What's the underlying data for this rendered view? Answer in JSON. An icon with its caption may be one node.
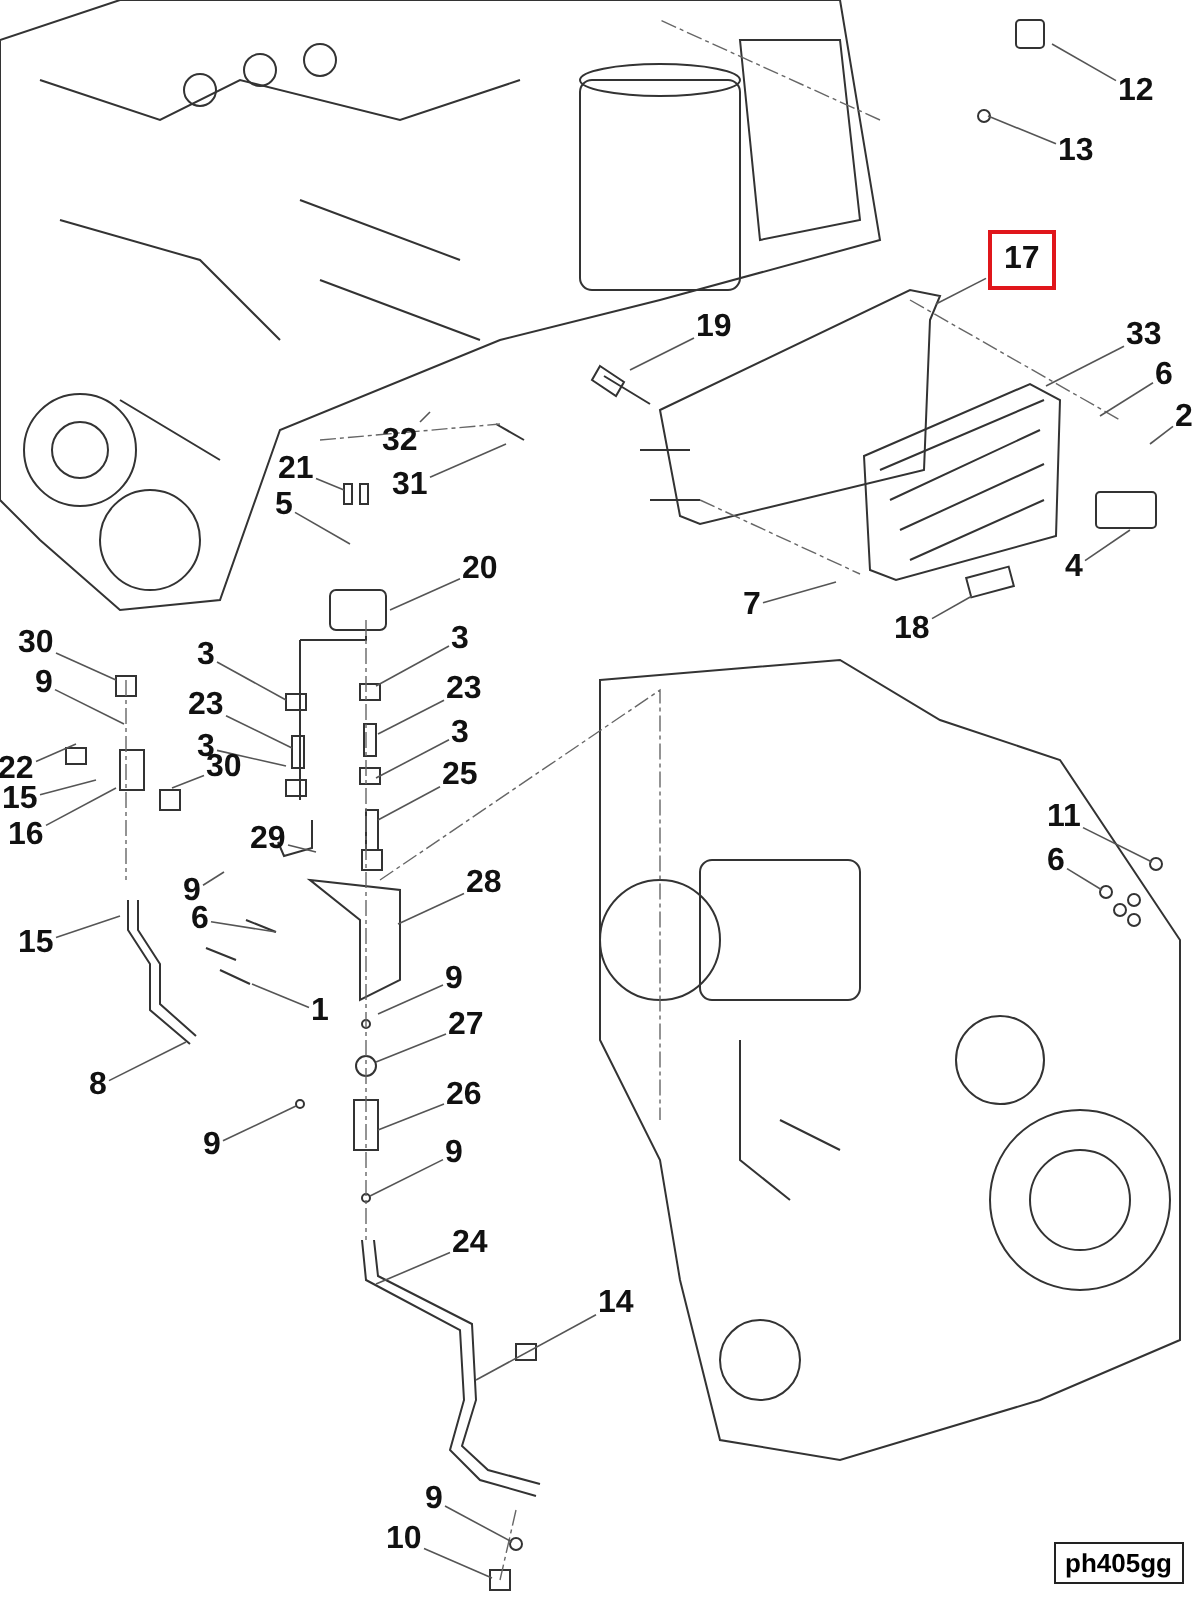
{
  "diagram": {
    "nodes": [
      {
        "text": [
          "12"
        ]
      },
      {
        "text": [
          "13"
        ]
      },
      {
        "text": [
          "17"
        ]
      },
      {
        "text": [
          "19"
        ]
      },
      {
        "text": [
          "33"
        ]
      },
      {
        "text": [
          "6"
        ]
      },
      {
        "text": [
          "2"
        ]
      },
      {
        "text": [
          "32"
        ]
      },
      {
        "text": [
          "21"
        ]
      },
      {
        "text": [
          "31"
        ]
      },
      {
        "text": [
          "5"
        ]
      },
      {
        "text": [
          "20"
        ]
      },
      {
        "text": [
          "7"
        ]
      },
      {
        "text": [
          "18"
        ]
      },
      {
        "text": [
          "4"
        ]
      },
      {
        "text": [
          "30"
        ]
      },
      {
        "text": [
          "3"
        ]
      },
      {
        "text": [
          "3"
        ]
      },
      {
        "text": [
          "9"
        ]
      },
      {
        "text": [
          "23"
        ]
      },
      {
        "text": [
          "23"
        ]
      },
      {
        "text": [
          "3"
        ]
      },
      {
        "text": [
          "3"
        ]
      },
      {
        "text": [
          "22"
        ]
      },
      {
        "text": [
          "25"
        ]
      },
      {
        "text": [
          "30"
        ]
      },
      {
        "text": [
          "15"
        ]
      },
      {
        "text": [
          "29"
        ]
      },
      {
        "text": [
          "11"
        ]
      },
      {
        "text": [
          "16"
        ]
      },
      {
        "text": [
          "9"
        ]
      },
      {
        "text": [
          "6"
        ]
      },
      {
        "text": [
          "6"
        ]
      },
      {
        "text": [
          "28"
        ]
      },
      {
        "text": [
          "15"
        ]
      },
      {
        "text": [
          "9"
        ]
      },
      {
        "text": [
          "1"
        ]
      },
      {
        "text": [
          "27"
        ]
      },
      {
        "text": [
          "8"
        ]
      },
      {
        "text": [
          "26"
        ]
      },
      {
        "text": [
          "9"
        ]
      },
      {
        "text": [
          "9"
        ]
      },
      {
        "text": [
          "24"
        ]
      },
      {
        "text": [
          "14"
        ]
      },
      {
        "text": [
          "9"
        ]
      },
      {
        "text": [
          "10"
        ]
      }
    ],
    "edges": [
      {
        "from": 0,
        "to": null,
        "arrow": "none"
      },
      {
        "from": 1,
        "to": null,
        "arrow": "none"
      },
      {
        "from": 2,
        "to": null,
        "arrow": "none"
      },
      {
        "from": 3,
        "to": null,
        "arrow": "none"
      },
      {
        "from": 4,
        "to": null,
        "arrow": "none"
      },
      {
        "from": 5,
        "to": null,
        "arrow": "none"
      },
      {
        "from": 6,
        "to": null,
        "arrow": "none"
      },
      {
        "from": 7,
        "to": null,
        "arrow": "none"
      },
      {
        "from": 8,
        "to": null,
        "arrow": "none"
      },
      {
        "from": 9,
        "to": null,
        "arrow": "none"
      },
      {
        "from": 10,
        "to": null,
        "arrow": "none"
      },
      {
        "from": 11,
        "to": null,
        "arrow": "none"
      },
      {
        "from": 12,
        "to": null,
        "arrow": "none"
      },
      {
        "from": 13,
        "to": null,
        "arrow": "none"
      },
      {
        "from": 14,
        "to": null,
        "arrow": "none"
      },
      {
        "from": 15,
        "to": null,
        "arrow": "none"
      },
      {
        "from": 16,
        "to": null,
        "arrow": "none"
      },
      {
        "from": 17,
        "to": null,
        "arrow": "none"
      },
      {
        "from": 18,
        "to": null,
        "arrow": "none"
      },
      {
        "from": 19,
        "to": null,
        "arrow": "none"
      },
      {
        "from": 20,
        "to": null,
        "arrow": "none"
      },
      {
        "from": 21,
        "to": null,
        "arrow": "none"
      },
      {
        "from": 22,
        "to": null,
        "arrow": "none"
      },
      {
        "from": 23,
        "to": null,
        "arrow": "none"
      },
      {
        "from": 24,
        "to": null,
        "arrow": "none"
      },
      {
        "from": 25,
        "to": null,
        "arrow": "none"
      },
      {
        "from": 26,
        "to": null,
        "arrow": "none"
      },
      {
        "from": 27,
        "to": null,
        "arrow": "none"
      },
      {
        "from": 28,
        "to": null,
        "arrow": "none"
      },
      {
        "from": 29,
        "to": null,
        "arrow": "none"
      },
      {
        "from": 30,
        "to": null,
        "arrow": "none"
      },
      {
        "from": 31,
        "to": null,
        "arrow": "none"
      },
      {
        "from": 32,
        "to": null,
        "arrow": "none"
      },
      {
        "from": 33,
        "to": null,
        "arrow": "none"
      },
      {
        "from": 34,
        "to": null,
        "arrow": "none"
      },
      {
        "from": 35,
        "to": null,
        "arrow": "none"
      },
      {
        "from": 36,
        "to": null,
        "arrow": "none"
      },
      {
        "from": 37,
        "to": null,
        "arrow": "none"
      },
      {
        "from": 38,
        "to": null,
        "arrow": "none"
      },
      {
        "from": 39,
        "to": null,
        "arrow": "none"
      },
      {
        "from": 40,
        "to": null,
        "arrow": "none"
      },
      {
        "from": 41,
        "to": null,
        "arrow": "none"
      },
      {
        "from": 42,
        "to": null,
        "arrow": "none"
      },
      {
        "from": 43,
        "to": null,
        "arrow": "none"
      },
      {
        "from": 44,
        "to": null,
        "arrow": "none"
      },
      {
        "from": 45,
        "to": null,
        "arrow": "none"
      }
    ],
    "labels": [
      "ph405gg"
    ]
  }
}
